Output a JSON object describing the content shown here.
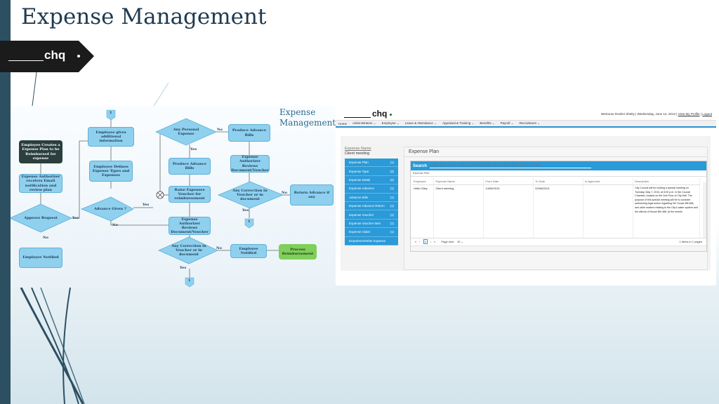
{
  "slide": {
    "title": "Expense Management"
  },
  "logo": {
    "text": "chq"
  },
  "colors": {
    "accent": "#2a9ad8",
    "stripe": "#2d4f62",
    "node": "#8fd0ef",
    "final_node": "#7fcf5a"
  },
  "flowchart": {
    "title": [
      "Expense",
      "Management"
    ],
    "start_marker": "1",
    "nodes": {
      "create": "Employee Creates a Expense Plan to be Reimbursed for expense",
      "authorizer_review": "Expense Authorizer receives Email notification and review plan",
      "approve_request": "Approve Request",
      "notified_left": "Employee Notified",
      "gives_info": "Employee gives additional information",
      "defines_types": "Employee Defines Expense Types and Expenses",
      "advance_given": "Advance Given ?",
      "personal_expense": "Any Personal Expense",
      "produce_advance_bills": "Produce Advance Bills",
      "raise_voucher": "Raise Expenses Voucher for reimbursement",
      "reviews_voucher": "Expense Authorizer Reviews Document/Voucher",
      "correction_bottom": "Any Correction in Voucher or in document",
      "notified_bottom": "Employee Notified",
      "process_reimbursement": "Process Reimbursement",
      "produce_bills_right": "Produce Advance Bills",
      "reviews_right": "Expense Authorizer Reviews Document/Voucher",
      "correction_right": "Any Correction in Voucher or in document",
      "return_advance": "Return Advance if any"
    },
    "labels": {
      "yes_approve": "Yes",
      "no_approve": "No",
      "yes_advance": "Yes",
      "no_advance": "No",
      "no_personal": "No",
      "yes_personal": "Yes",
      "yes_correction_right": "Yes",
      "no_correction_right": "No",
      "no_correction_bottom": "No",
      "yes_correction_bottom": "Yes",
      "marker_right": "1",
      "marker_bottom": "1"
    }
  },
  "app": {
    "logo": "chq",
    "welcome": "Welcome Roshni Shetty | Wednesday, June 12, 2013 |",
    "my_profile": "View My Profile",
    "separator": "|",
    "logout": "Logout",
    "nav": [
      "Home",
      "Administration",
      "Employee",
      "Leave & Attendance",
      "Appraisal & Training",
      "Benefits",
      "Payroll",
      "Recruitment"
    ],
    "sidebar": {
      "heading": "Expense Name",
      "subheading": "Client meeting",
      "items": [
        {
          "label": "Expense Plan",
          "count": "(1)"
        },
        {
          "label": "Expense Type",
          "count": "(3)"
        },
        {
          "label": "Expense Detail",
          "count": "(2)"
        },
        {
          "label": "Expense Advance",
          "count": "(1)"
        },
        {
          "label": "Advance Bills",
          "count": "(1)"
        },
        {
          "label": "Expense Advance Return",
          "count": "(1)"
        },
        {
          "label": "Expense Voucher",
          "count": "(1)"
        },
        {
          "label": "Expense Voucher Item",
          "count": "(1)"
        },
        {
          "label": "Expense Claim",
          "count": "(1)"
        },
        {
          "label": "DepartmentWise Expense",
          "count": ""
        }
      ]
    },
    "main": {
      "title": "Expense Plan",
      "search_label": "Search",
      "search_placeholder": "Type text here that you would like to search and press enter.",
      "grid_caption": "Expense Plan",
      "columns": [
        "Employee",
        "Expense Name",
        "From Date",
        "To Date",
        "Is Approved",
        "Description"
      ],
      "rows": [
        {
          "employee": "Hribb Giley",
          "expense_name": "Client meeting",
          "from_date": "14/05/2013",
          "to_date": "02/06/2013",
          "is_approved": "",
          "description": "City Council will be holding a special meeting on Tuesday, May 7, 2013, at 5:00 p.m. in the Council Chamber, located on the 2nd Floor of City Hall. The purpose of this special meeting will be to consider authorizing legal action regarding NC House Bill 488, and other matters relating to the City's water system and the effects of House Bill 488. At the meetin"
        }
      ],
      "pager": {
        "current_page": "1",
        "page_size_label": "Page size:",
        "page_size": "10",
        "info": "1 items in 1 pages"
      }
    }
  }
}
